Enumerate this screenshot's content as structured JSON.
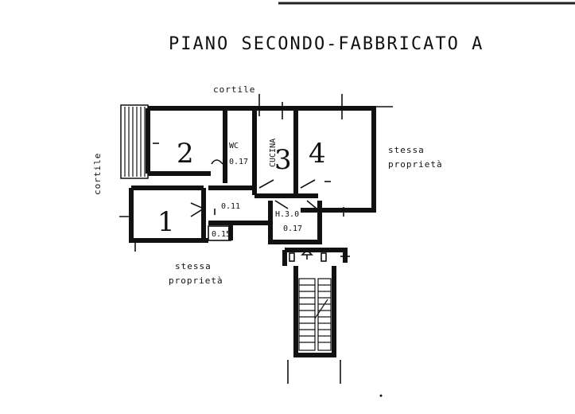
{
  "plan": {
    "title": "PIANO SECONDO-FABBRICATO A",
    "labels": {
      "cortile_top": "cortile",
      "cortile_left": "cortile",
      "stessa_right_1": "stessa",
      "stessa_right_2": "proprietà",
      "stessa_bottom_1": "stessa",
      "stessa_bottom_2": "proprietà"
    },
    "rooms": {
      "room_1": "1",
      "room_2": "2",
      "room_3": "3",
      "room_4": "4",
      "cucina": "CUCINA",
      "wc": "WC",
      "wc_code": "0.17",
      "hall_code": "0.11",
      "height": "H.3.0",
      "landing_code": "0.17",
      "closet_code": "0.15"
    },
    "colors": {
      "ink": "#111111",
      "paper": "#ffffff"
    }
  }
}
